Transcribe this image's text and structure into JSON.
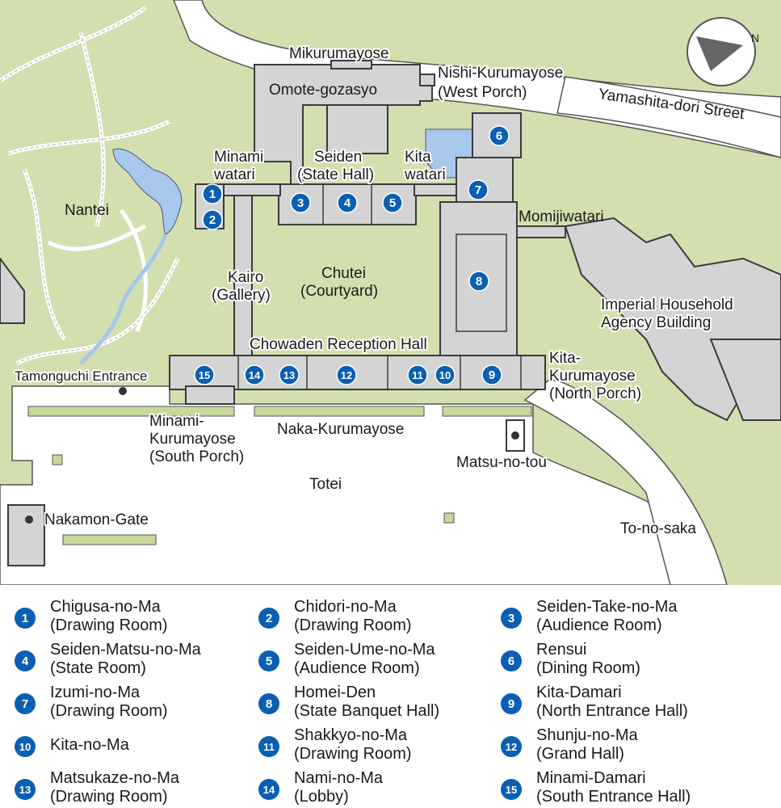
{
  "colors": {
    "lawn": "#d4dfb0",
    "building": "#d4d4d4",
    "outline": "#3a3a3a",
    "road": "#ffffff",
    "pond": "#a7c7ec",
    "badge": "#0a5fb4",
    "hedge": "#c7d89a"
  },
  "compass": {
    "label": "N",
    "icon": "north-arrow-icon"
  },
  "labels": {
    "mikurumayose": "Mikurumayose",
    "omote_gozasyo": "Omote-gozasyo",
    "nishi_line1": "Nishi-Kurumayose",
    "nishi_line2": "(West Porch)",
    "yamashita": "Yamashita-dori Street",
    "minami_watari_1": "Minami",
    "minami_watari_2": "watari",
    "seiden_1": "Seiden",
    "seiden_2": "(State Hall)",
    "kita_watari_1": "Kita",
    "kita_watari_2": "watari",
    "nantei": "Nantei",
    "momijiwatari": "Momijiwatari",
    "kairo_1": "Kairo",
    "kairo_2": "(Gallery)",
    "chutei_1": "Chutei",
    "chutei_2": "(Courtyard)",
    "imperial_1": "Imperial Household",
    "imperial_2": "Agency Building",
    "chowaden": "Chowaden Reception Hall",
    "kita_kuru_1": "Kita-",
    "kita_kuru_2": "Kurumayose",
    "kita_kuru_3": "(North Porch)",
    "tamonguchi": "Tamonguchi Entrance",
    "minami_kuru_1": "Minami-",
    "minami_kuru_2": "Kurumayose",
    "minami_kuru_3": "(South Porch)",
    "naka_kurumayose": "Naka-Kurumayose",
    "matsu_no_tou": "Matsu-no-tou",
    "totei": "Totei",
    "nakamon": "Nakamon-Gate",
    "to_no_saka": "To-no-saka"
  },
  "markers": [
    "1",
    "2",
    "3",
    "4",
    "5",
    "6",
    "7",
    "8",
    "9",
    "10",
    "11",
    "12",
    "13",
    "14",
    "15"
  ],
  "legend": [
    {
      "num": "1",
      "name": "Chigusa-no-Ma",
      "desc": "(Drawing Room)"
    },
    {
      "num": "2",
      "name": "Chidori-no-Ma",
      "desc": "(Drawing Room)"
    },
    {
      "num": "3",
      "name": "Seiden-Take-no-Ma",
      "desc": "(Audience Room)"
    },
    {
      "num": "4",
      "name": "Seiden-Matsu-no-Ma",
      "desc": "(State Room)"
    },
    {
      "num": "5",
      "name": "Seiden-Ume-no-Ma",
      "desc": "(Audience Room)"
    },
    {
      "num": "6",
      "name": "Rensui",
      "desc": "(Dining Room)"
    },
    {
      "num": "7",
      "name": "Izumi-no-Ma",
      "desc": "(Drawing Room)"
    },
    {
      "num": "8",
      "name": "Homei-Den",
      "desc": "(State Banquet Hall)"
    },
    {
      "num": "9",
      "name": "Kita-Damari",
      "desc": "(North Entrance Hall)"
    },
    {
      "num": "10",
      "name": "Kita-no-Ma",
      "desc": ""
    },
    {
      "num": "11",
      "name": "Shakkyo-no-Ma",
      "desc": "(Drawing Room)"
    },
    {
      "num": "12",
      "name": "Shunju-no-Ma",
      "desc": "(Grand Hall)"
    },
    {
      "num": "13",
      "name": "Matsukaze-no-Ma",
      "desc": "(Drawing Room)"
    },
    {
      "num": "14",
      "name": "Nami-no-Ma",
      "desc": "(Lobby)"
    },
    {
      "num": "15",
      "name": "Minami-Damari",
      "desc": "(South Entrance Hall)"
    }
  ]
}
